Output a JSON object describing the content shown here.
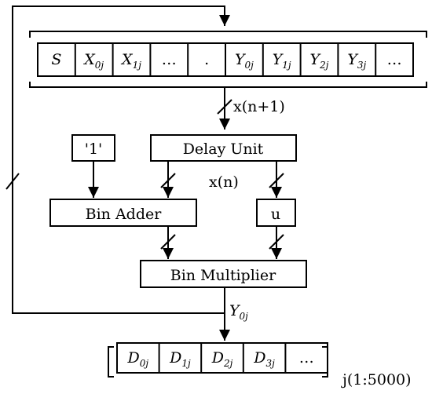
{
  "register_top": {
    "cells": [
      {
        "base": "S",
        "sub": ""
      },
      {
        "base": "X",
        "sub": "0j"
      },
      {
        "base": "X",
        "sub": "1j"
      },
      {
        "base": "…",
        "sub": ""
      },
      {
        "base": ".",
        "sub": ""
      },
      {
        "base": "Y",
        "sub": "0j"
      },
      {
        "base": "Y",
        "sub": "1j"
      },
      {
        "base": "Y",
        "sub": "2j"
      },
      {
        "base": "Y",
        "sub": "3j"
      },
      {
        "base": "…",
        "sub": ""
      }
    ]
  },
  "register_bottom": {
    "cells": [
      {
        "base": "D",
        "sub": "0j"
      },
      {
        "base": "D",
        "sub": "1j"
      },
      {
        "base": "D",
        "sub": "2j"
      },
      {
        "base": "D",
        "sub": "3j"
      },
      {
        "base": "…",
        "sub": ""
      }
    ]
  },
  "blocks": {
    "const_one": "'1'",
    "delay_unit": "Delay Unit",
    "bin_adder": "Bin Adder",
    "u": "u",
    "bin_multiplier": "Bin Multiplier"
  },
  "signals": {
    "x_next": "x(n+1)",
    "x_now": "x(n)",
    "y_out_base": "Y",
    "y_out_sub": "0j"
  },
  "loop_range": "j(1:5000)"
}
